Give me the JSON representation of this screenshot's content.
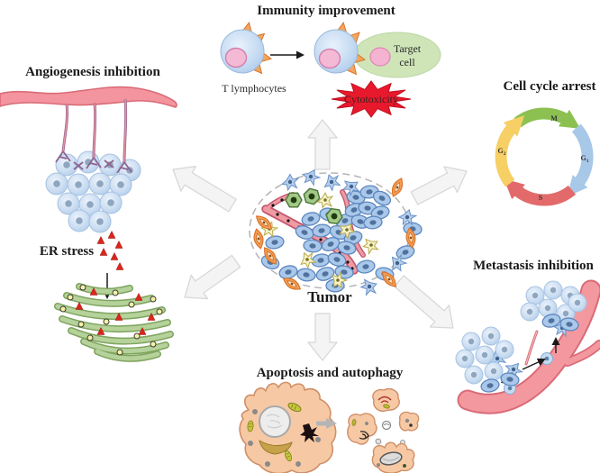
{
  "titles": {
    "immunity": "Immunity improvement",
    "angiogenesis": "Angiogenesis inhibition",
    "cell_cycle": "Cell cycle arrest",
    "er_stress": "ER stress",
    "metastasis": "Metastasis inhibition",
    "apoptosis": "Apoptosis and autophagy"
  },
  "center": {
    "tumor_label": "Tumor"
  },
  "immunity": {
    "t_lymphocytes_label": "T lymphocytes",
    "target_cell": {
      "line1": "Target",
      "line2": "cell"
    },
    "cytotoxicity_label": "Cytotoxicity"
  },
  "cell_cycle": {
    "phases": [
      {
        "label": "M",
        "sub": "",
        "color": "#8cc152"
      },
      {
        "label": "G",
        "sub": "1",
        "color": "#a8c8e8"
      },
      {
        "label": "S",
        "sub": "",
        "color": "#e36a6a"
      },
      {
        "label": "G",
        "sub": "2",
        "color": "#f6cf65"
      }
    ]
  },
  "palette": {
    "vessel_pink": "#f3949e",
    "vessel_outline": "#d96b77",
    "cell_blue": "#b7d0ec",
    "cell_blue_outline": "#7ea6d4",
    "spike_orange": "#f2a65e",
    "target_green": "#cfe5b8",
    "starburst_red": "#e8192c",
    "er_green": "#9dc17e",
    "alarm_red": "#d9261c",
    "apoptotic_peach": "#f6c9a4",
    "radial_arrow_gray": "#f4f4f4",
    "phase_m_green": "#8cc152",
    "phase_g1_blue": "#a8c8e8",
    "phase_s_red": "#e36a6a",
    "phase_g2_yellow": "#f6cf65"
  }
}
